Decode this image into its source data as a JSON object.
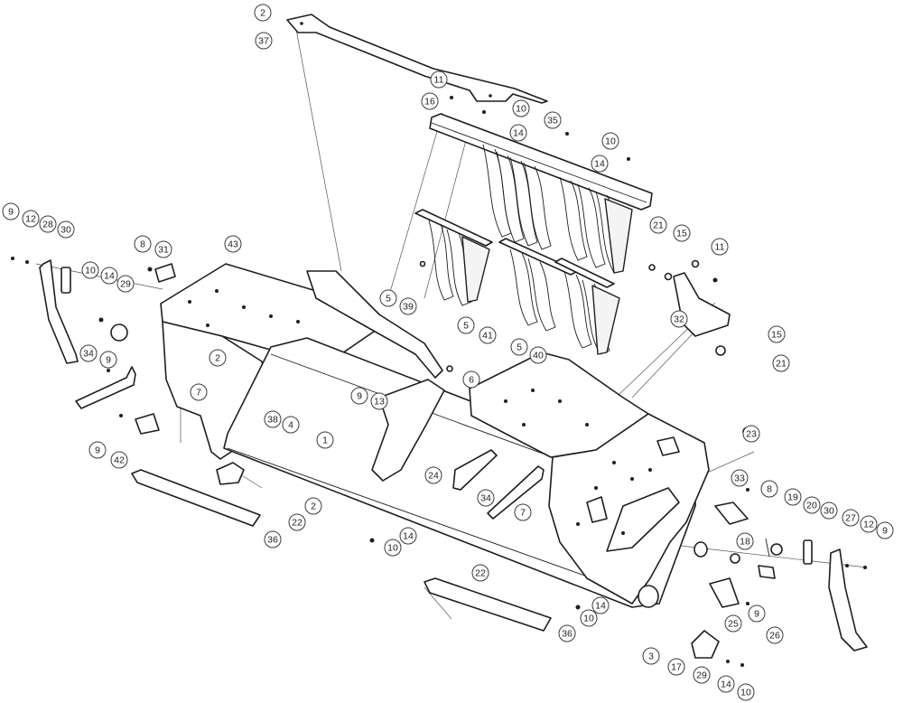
{
  "diagram": {
    "type": "exploded-parts-view",
    "callouts": [
      {
        "label": "2"
      },
      {
        "label": "37"
      },
      {
        "label": "11"
      },
      {
        "label": "16"
      },
      {
        "label": "10"
      },
      {
        "label": "35"
      },
      {
        "label": "14"
      },
      {
        "label": "10"
      },
      {
        "label": "14"
      },
      {
        "label": "9"
      },
      {
        "label": "12"
      },
      {
        "label": "28"
      },
      {
        "label": "30"
      },
      {
        "label": "8"
      },
      {
        "label": "31"
      },
      {
        "label": "43"
      },
      {
        "label": "10"
      },
      {
        "label": "14"
      },
      {
        "label": "29"
      },
      {
        "label": "21"
      },
      {
        "label": "15"
      },
      {
        "label": "11"
      },
      {
        "label": "5"
      },
      {
        "label": "39"
      },
      {
        "label": "5"
      },
      {
        "label": "41"
      },
      {
        "label": "5"
      },
      {
        "label": "40"
      },
      {
        "label": "32"
      },
      {
        "label": "15"
      },
      {
        "label": "34"
      },
      {
        "label": "9"
      },
      {
        "label": "2"
      },
      {
        "label": "7"
      },
      {
        "label": "9"
      },
      {
        "label": "13"
      },
      {
        "label": "6"
      },
      {
        "label": "21"
      },
      {
        "label": "38"
      },
      {
        "label": "4"
      },
      {
        "label": "1"
      },
      {
        "label": "9"
      },
      {
        "label": "42"
      },
      {
        "label": "23"
      },
      {
        "label": "24"
      },
      {
        "label": "33"
      },
      {
        "label": "8"
      },
      {
        "label": "34"
      },
      {
        "label": "7"
      },
      {
        "label": "19"
      },
      {
        "label": "20"
      },
      {
        "label": "30"
      },
      {
        "label": "27"
      },
      {
        "label": "12"
      },
      {
        "label": "9"
      },
      {
        "label": "22"
      },
      {
        "label": "2"
      },
      {
        "label": "36"
      },
      {
        "label": "14"
      },
      {
        "label": "10"
      },
      {
        "label": "18"
      },
      {
        "label": "22"
      },
      {
        "label": "14"
      },
      {
        "label": "10"
      },
      {
        "label": "9"
      },
      {
        "label": "25"
      },
      {
        "label": "26"
      },
      {
        "label": "36"
      },
      {
        "label": "3"
      },
      {
        "label": "17"
      },
      {
        "label": "29"
      },
      {
        "label": "14"
      },
      {
        "label": "10"
      }
    ]
  }
}
